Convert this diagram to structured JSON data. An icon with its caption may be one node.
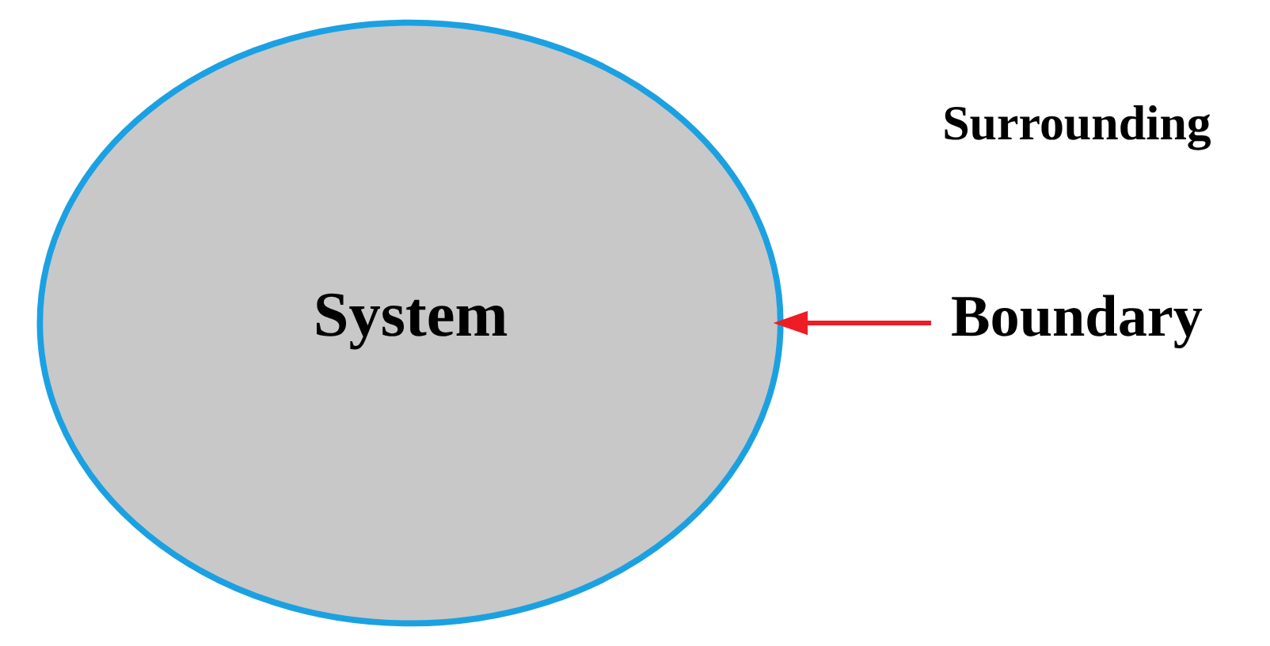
{
  "diagram": {
    "nodes": [
      {
        "text": [
          "System"
        ]
      },
      {
        "text": [
          "Boundary"
        ]
      }
    ],
    "edges": [
      {
        "from": 1,
        "to": 0,
        "arrow": "to",
        "color": "#ee1c24"
      }
    ],
    "labels": [
      "Surrounding"
    ]
  }
}
